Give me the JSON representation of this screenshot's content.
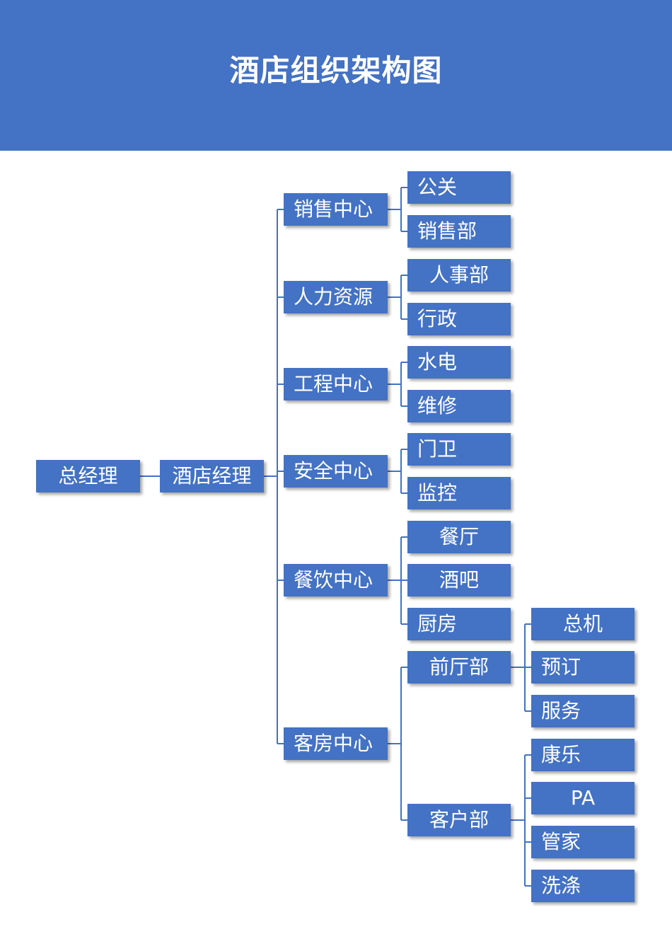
{
  "title": "酒店组织架构图",
  "colors": {
    "header": "#4472c4",
    "node": "#4472c4",
    "line": "#4472c4"
  },
  "nodes": {
    "gm": "总经理",
    "hotel_manager": "酒店经理",
    "sales_center": "销售中心",
    "hr": "人力资源",
    "engineering_center": "工程中心",
    "security_center": "安全中心",
    "fnb_center": "餐饮中心",
    "rooms_center": "客房中心",
    "pr": "公关",
    "sales_dept": "销售部",
    "personnel_dept": "人事部",
    "admin": "行政",
    "water_power": "水电",
    "maintenance": "维修",
    "guard": "门卫",
    "monitoring": "监控",
    "restaurant": "餐厅",
    "bar": "酒吧",
    "kitchen": "厨房",
    "front_office": "前厅部",
    "housekeeping_dept": "客户部",
    "switchboard": "总机",
    "reservation": "预订",
    "service": "服务",
    "recreation": "康乐",
    "pa": "PA",
    "housekeeping": "管家",
    "laundry": "洗涤"
  }
}
